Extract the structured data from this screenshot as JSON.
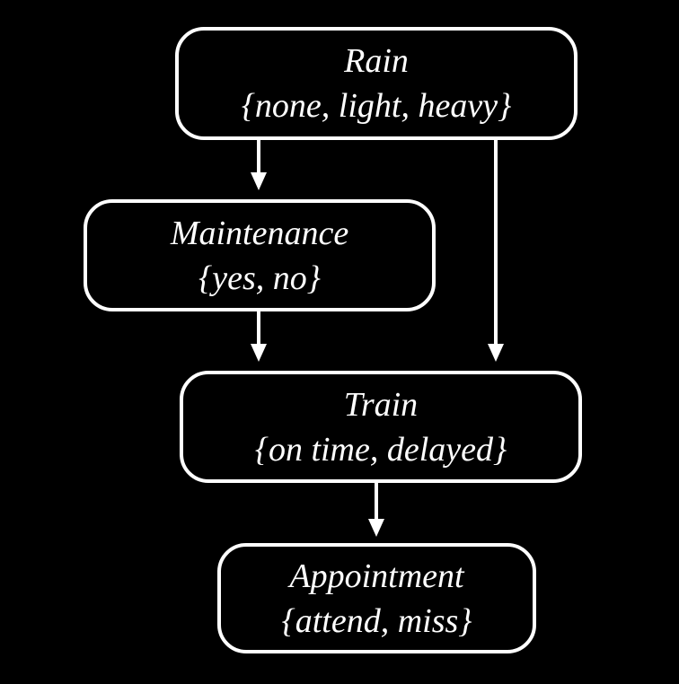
{
  "diagram": {
    "type": "bayesian-network",
    "nodes": {
      "rain": {
        "title": "Rain",
        "domain": "{none, light, heavy}"
      },
      "maintenance": {
        "title": "Maintenance",
        "domain": "{yes, no}"
      },
      "train": {
        "title": "Train",
        "domain": "{on time, delayed}"
      },
      "appointment": {
        "title": "Appointment",
        "domain": "{attend, miss}"
      }
    },
    "edges": [
      {
        "from": "Rain",
        "to": "Maintenance"
      },
      {
        "from": "Rain",
        "to": "Train"
      },
      {
        "from": "Maintenance",
        "to": "Train"
      },
      {
        "from": "Train",
        "to": "Appointment"
      }
    ],
    "colors": {
      "background": "#000000",
      "node_border": "#ffffff",
      "text": "#ffffff",
      "arrow": "#ffffff"
    }
  }
}
